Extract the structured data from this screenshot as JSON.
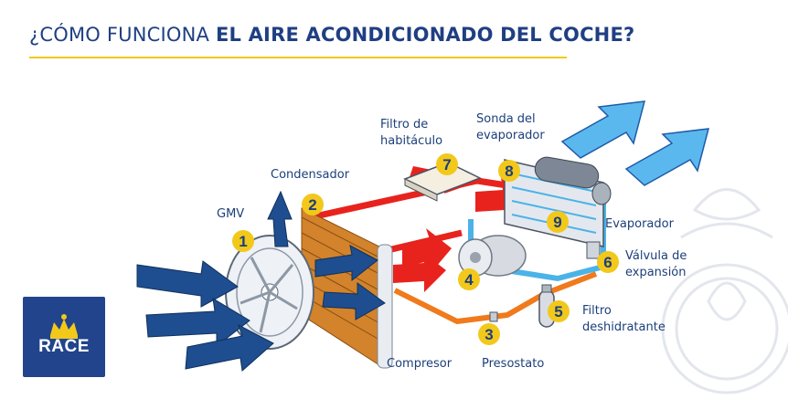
{
  "title": {
    "prefix": "¿CÓMO FUNCIONA ",
    "bold": "EL AIRE ACONDICIONADO DEL COCHE?"
  },
  "colors": {
    "navy": "#1f3f82",
    "accent_yellow": "#f2c81b",
    "hot_red": "#e8231d",
    "liquid_orange": "#f07a1c",
    "cold_blue": "#4bb3e8"
  },
  "components": [
    {
      "number": "1",
      "label": "GMV"
    },
    {
      "number": "2",
      "label": "Condensador"
    },
    {
      "number": "3",
      "label": "Presostato"
    },
    {
      "number": "4",
      "label": "Compresor"
    },
    {
      "number": "5",
      "label_line1": "Filtro",
      "label_line2": "deshidratante"
    },
    {
      "number": "6",
      "label_line1": "Válvula de",
      "label_line2": "expansión"
    },
    {
      "number": "7",
      "label_line1": "Filtro de",
      "label_line2": "habitáculo"
    },
    {
      "number": "8",
      "label_line1": "Sonda del",
      "label_line2": "evaporador"
    },
    {
      "number": "9",
      "label": "Evaporador"
    }
  ],
  "logo": {
    "text": "RACE",
    "icon": "crown-icon"
  }
}
